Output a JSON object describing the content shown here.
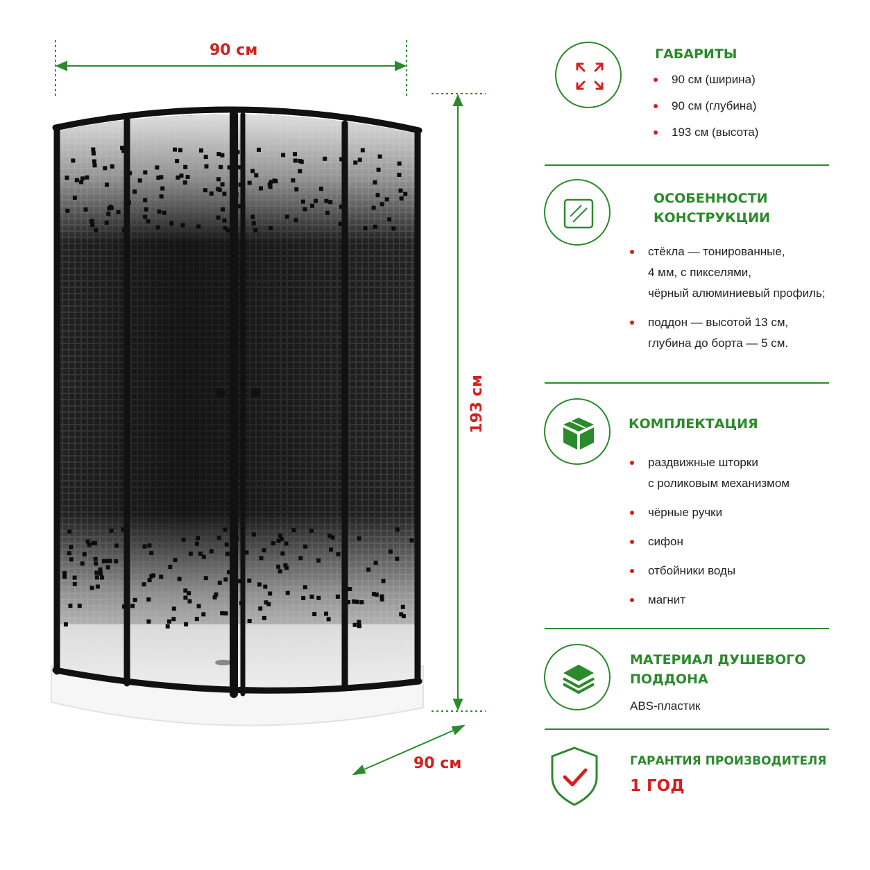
{
  "dimensions": {
    "width_label": "90 см",
    "height_label": "193 см",
    "depth_label": "90 см"
  },
  "colors": {
    "accent_green": "#2b8a2b",
    "accent_red": "#d42020",
    "frame_black": "#111111"
  },
  "sections": {
    "dimensions": {
      "icon": "expand-arrows-icon",
      "title": "ГАБАРИТЫ",
      "items": [
        "90 см (ширина)",
        "90 см (глубина)",
        "193 см (высота)"
      ]
    },
    "construction": {
      "icon": "glass-panel-icon",
      "title": "ОСОБЕННОСТИ\nКОНСТРУКЦИИ",
      "items": [
        "стёкла — тонированные,\n4 мм, с пикселями,\nчёрный алюминиевый профиль;",
        "поддон — высотой 13 см,\nглубина до борта — 5 см."
      ]
    },
    "kit": {
      "icon": "box-icon",
      "title": "КОМПЛЕКТАЦИЯ",
      "items": [
        "раздвижные шторки\nс роликовым механизмом",
        "чёрные ручки",
        "сифон",
        "отбойники воды",
        "магнит"
      ]
    },
    "material": {
      "icon": "layers-icon",
      "title": "МАТЕРИАЛ ДУШЕВОГО\nПОДДОНА",
      "text": "ABS-пластик"
    },
    "warranty": {
      "icon": "shield-check-icon",
      "title": "ГАРАНТИЯ ПРОИЗВОДИТЕЛЯ",
      "value": "1 ГОД"
    }
  }
}
